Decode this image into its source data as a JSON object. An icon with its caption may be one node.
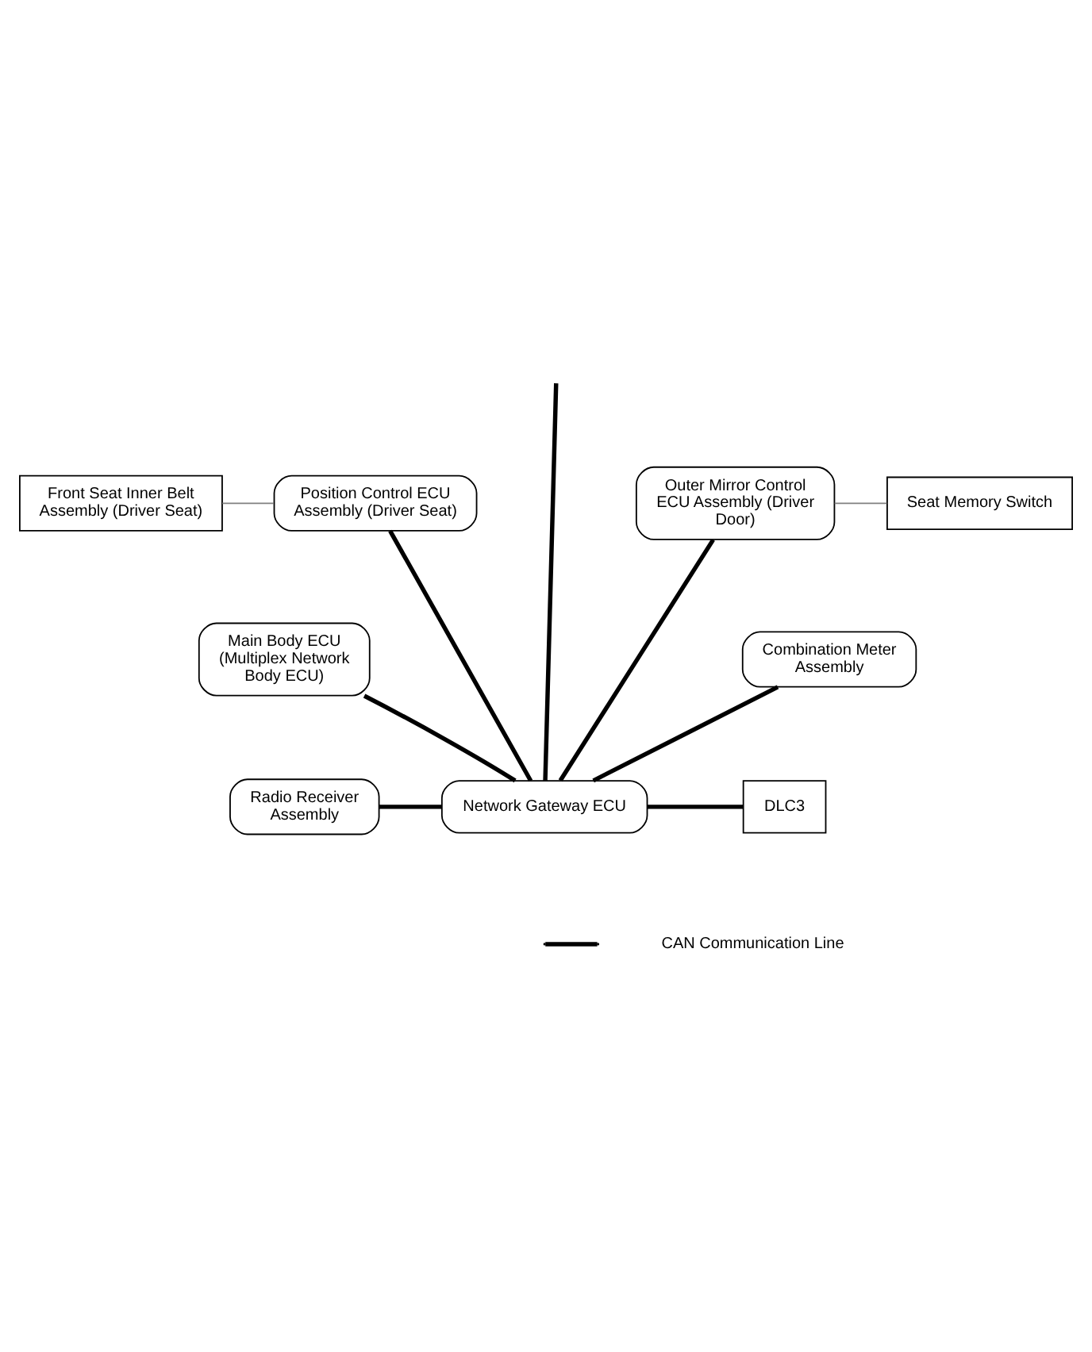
{
  "diagram": {
    "nodes": [
      {
        "text": [
          "Front Seat Inner Belt Assembly (Driver Seat)"
        ]
      },
      {
        "text": [
          "Position Control ECU Assembly (Driver Seat)"
        ]
      },
      {
        "text": [
          "Outer Mirror Control ECU Assembly (Driver Door)"
        ]
      },
      {
        "text": [
          "Seat Memory Switch"
        ]
      },
      {
        "text": [
          "Main Body ECU (Multiplex Network Body ECU)"
        ]
      },
      {
        "text": [
          "Combination Meter Assembly"
        ]
      },
      {
        "text": [
          "Radio Receiver Assembly"
        ]
      },
      {
        "text": [
          "Network Gateway ECU"
        ]
      },
      {
        "text": [
          "DLC3"
        ]
      }
    ],
    "edges": [
      {
        "from": 0,
        "to": 1,
        "arrow": "none",
        "color": "#808080"
      },
      {
        "from": 2,
        "to": 3,
        "arrow": "none",
        "color": "#808080"
      },
      {
        "from": null,
        "to": 7,
        "arrow": "none"
      },
      {
        "from": 1,
        "to": 7,
        "arrow": "none"
      },
      {
        "from": 2,
        "to": 7,
        "arrow": "none"
      },
      {
        "from": 4,
        "to": 7,
        "arrow": "none"
      },
      {
        "from": 5,
        "to": 7,
        "arrow": "none"
      },
      {
        "from": 6,
        "to": 7,
        "arrow": "none"
      },
      {
        "from": 7,
        "to": 8,
        "arrow": "none"
      }
    ],
    "legend": [
      {
        "text": "CAN Communication Line"
      }
    ]
  }
}
